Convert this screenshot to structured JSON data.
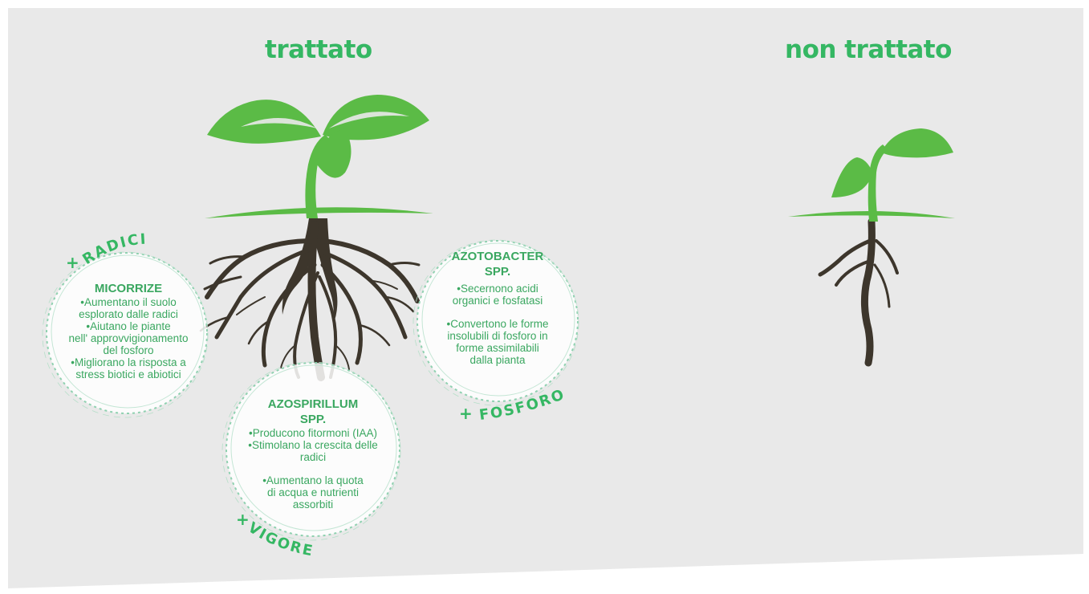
{
  "headings": {
    "treated": "trattato",
    "untreated": "non trattato"
  },
  "colors": {
    "brand_green": "#35b763",
    "leaf_green": "#5bbb46",
    "root_brown": "#3d362c",
    "panel_gray": "#e9e9e9"
  },
  "tags": {
    "radici": {
      "plus": "+",
      "label": "RADICI"
    },
    "fosforo": {
      "plus": "+",
      "label": "FOSFORO"
    },
    "vigore": {
      "plus": "+",
      "label": "VIGORE"
    }
  },
  "bubbles": {
    "micorrize": {
      "title": "MICORRIZE",
      "lines": [
        "•Aumentano il  suolo",
        "esplorato dalle radici",
        "•Aiutano le piante",
        "nell' approvvigionamento",
        "del fosforo",
        "•Migliorano la risposta a",
        "stress biotici e abiotici"
      ]
    },
    "azotobacter": {
      "title1": "AZOTOBACTER",
      "title2": "SPP.",
      "lines1": [
        "•Secernono acidi",
        "organici e fosfatasi"
      ],
      "lines2": [
        "•Convertono le forme",
        "insolubili di fosforo in",
        "forme assimilabili",
        "dalla pianta"
      ]
    },
    "azospirillum": {
      "title1": "AZOSPIRILLUM",
      "title2": "SPP.",
      "lines1": [
        "•Producono fitormoni (IAA)",
        "•Stimolano la crescita delle",
        "radici"
      ],
      "lines2": [
        "•Aumentano la quota",
        "di acqua e nutrienti",
        "assorbiti"
      ]
    }
  }
}
